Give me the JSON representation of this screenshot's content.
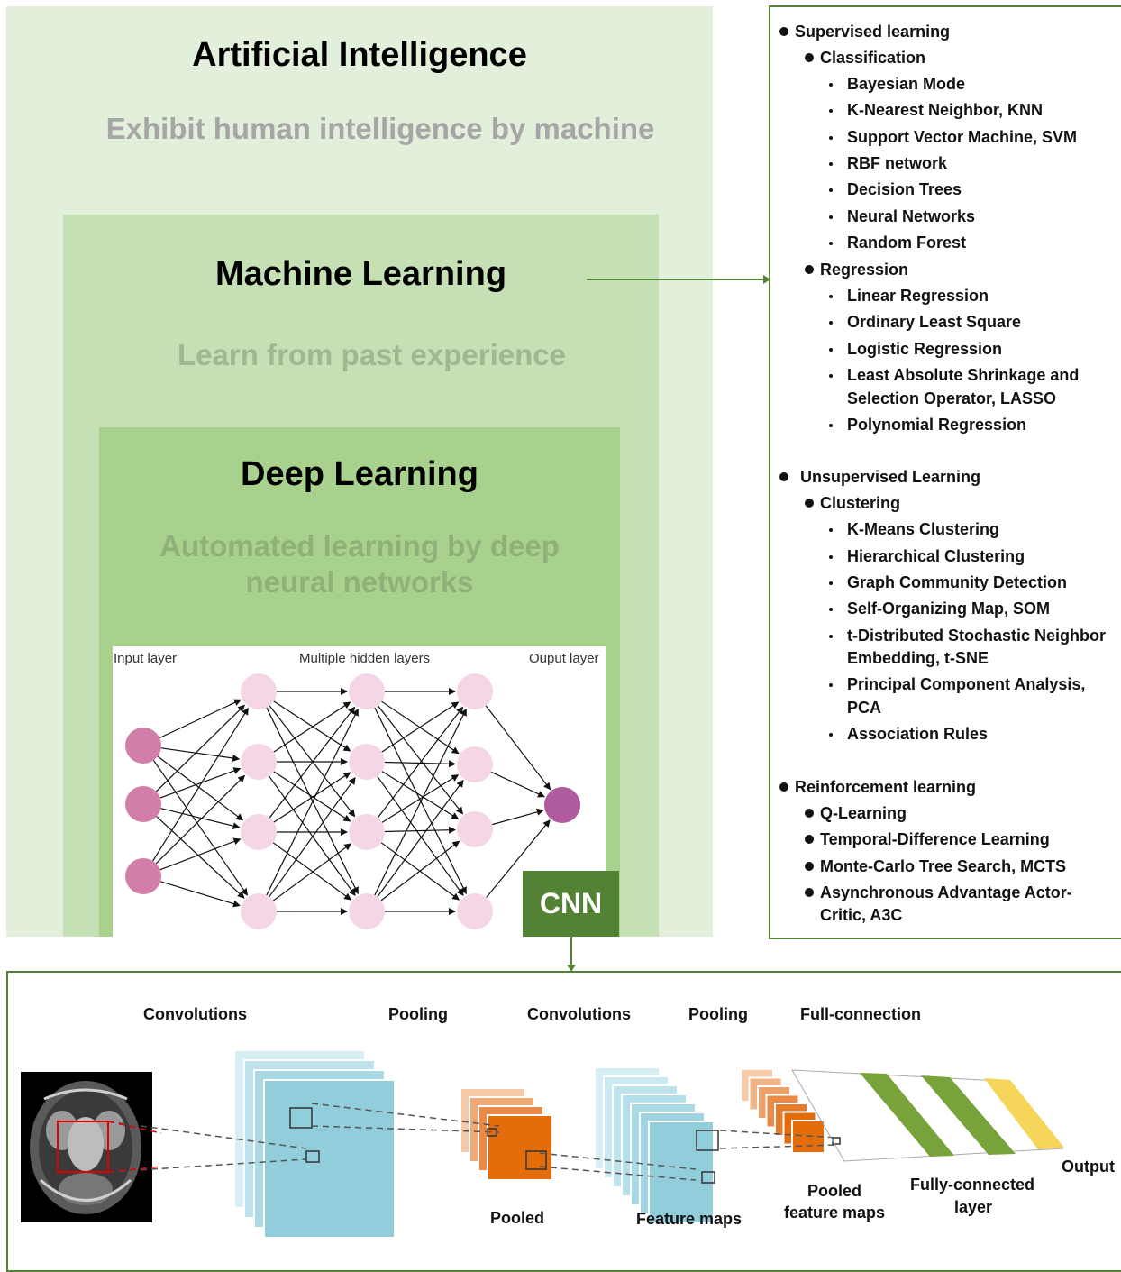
{
  "ai": {
    "title": "Artificial Intelligence",
    "subtitle": "Exhibit human intelligence by machine"
  },
  "ml": {
    "title": "Machine Learning",
    "subtitle": "Learn from past experience"
  },
  "dl": {
    "title": "Deep Learning",
    "subtitle_line1": "Automated learning by deep",
    "subtitle_line2": "neural networks"
  },
  "nn": {
    "input_label": "Input layer",
    "hidden_label": "Multiple hidden layers",
    "output_label": "Ouput layer"
  },
  "cnn_badge": "CNN",
  "methods": {
    "supervised": {
      "title": "Supervised learning",
      "classification": {
        "title": "Classification",
        "items": [
          "Bayesian Mode",
          "K-Nearest Neighbor, KNN",
          "Support Vector Machine, SVM",
          "RBF network",
          "Decision Trees",
          "Neural Networks",
          "Random Forest"
        ]
      },
      "regression": {
        "title": "Regression",
        "items": [
          "Linear Regression",
          "Ordinary Least Square",
          "Logistic Regression",
          "Least Absolute Shrinkage and",
          "Selection Operator, LASSO",
          "Polynomial Regression"
        ]
      }
    },
    "unsupervised": {
      "title": "Unsupervised Learning",
      "clustering": {
        "title": "Clustering",
        "items": [
          "K-Means Clustering",
          "Hierarchical Clustering",
          "Graph Community Detection",
          "Self-Organizing Map, SOM",
          "t-Distributed Stochastic Neighbor",
          "Embedding, t-SNE",
          "Principal Component Analysis,",
          "PCA",
          "Association Rules"
        ]
      }
    },
    "reinforcement": {
      "title": "Reinforcement learning",
      "items": [
        "Q-Learning",
        "Temporal-Difference Learning",
        "Monte-Carlo Tree Search, MCTS",
        "Asynchronous Advantage Actor-",
        "Critic, A3C"
      ]
    }
  },
  "cnn": {
    "stage_labels": [
      "Convolutions",
      "Pooling",
      "Convolutions",
      "Pooling",
      "Full-connection"
    ],
    "pooled": "Pooled",
    "feature_maps": "Feature maps",
    "pooled_feature_maps_1": "Pooled",
    "pooled_feature_maps_2": "feature maps",
    "fc_1": "Fully-connected",
    "fc_2": "layer",
    "output": "Output"
  },
  "colors": {
    "ai_bg": "#e2efda",
    "ml_bg": "#c5e0b4",
    "dl_bg": "#a9d18e",
    "accent_green": "#548235",
    "node_input": "#d17fa8",
    "node_hidden": "#f4d6e6",
    "node_output": "#b05aa0",
    "map_blue": "#92cddc",
    "map_orange": "#e46c0a",
    "fc_green": "#77a33a",
    "fc_yellow": "#f5d55a"
  }
}
